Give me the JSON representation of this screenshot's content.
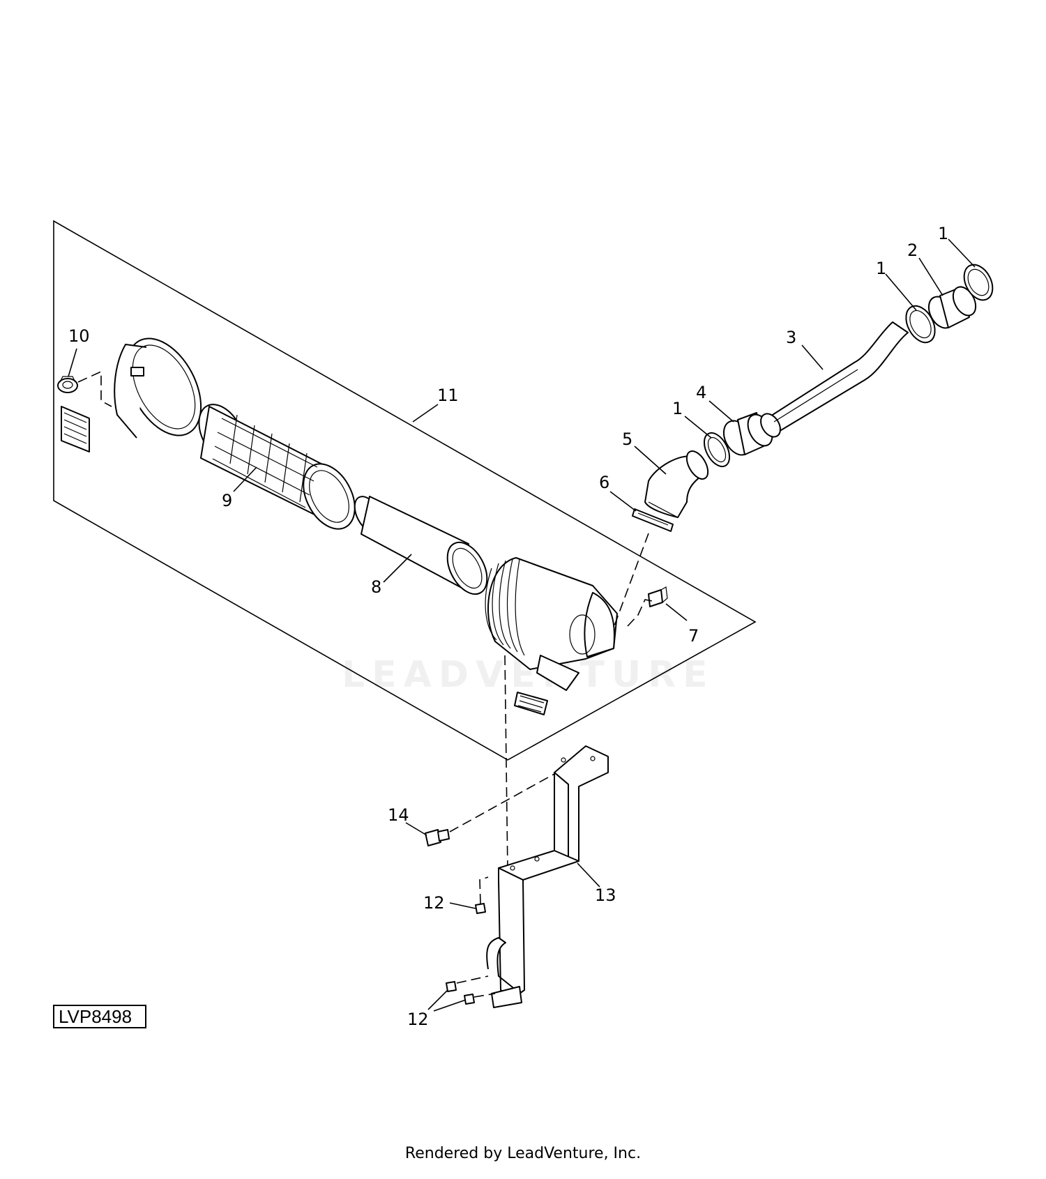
{
  "diagram": {
    "id_label": "LVP8498",
    "watermark": "LEADVENTURE",
    "callouts": [
      {
        "key": "c1a",
        "label": "1"
      },
      {
        "key": "c1b",
        "label": "1"
      },
      {
        "key": "c1c",
        "label": "1"
      },
      {
        "key": "c2",
        "label": "2"
      },
      {
        "key": "c3",
        "label": "3"
      },
      {
        "key": "c4",
        "label": "4"
      },
      {
        "key": "c5",
        "label": "5"
      },
      {
        "key": "c6",
        "label": "6"
      },
      {
        "key": "c7",
        "label": "7"
      },
      {
        "key": "c8",
        "label": "8"
      },
      {
        "key": "c9",
        "label": "9"
      },
      {
        "key": "c10",
        "label": "10"
      },
      {
        "key": "c11",
        "label": "11"
      },
      {
        "key": "c12a",
        "label": "12"
      },
      {
        "key": "c12b",
        "label": "12"
      },
      {
        "key": "c13",
        "label": "13"
      },
      {
        "key": "c14",
        "label": "14"
      }
    ]
  },
  "footer": {
    "text": "Rendered by LeadVenture, Inc."
  }
}
